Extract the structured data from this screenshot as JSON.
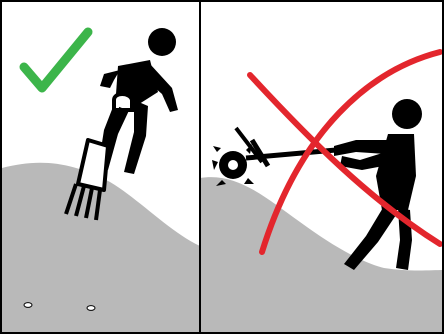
{
  "panels": [
    {
      "id": "correct",
      "verdict": "correct",
      "mark": "check-icon",
      "mark_color": "#3cb54a"
    },
    {
      "id": "incorrect",
      "verdict": "incorrect",
      "mark": "cross-icon",
      "mark_color": "#e3262d"
    }
  ],
  "colors": {
    "ground": "#b9b9b9",
    "figure": "#000000",
    "frame": "#000000",
    "background": "#ffffff"
  }
}
